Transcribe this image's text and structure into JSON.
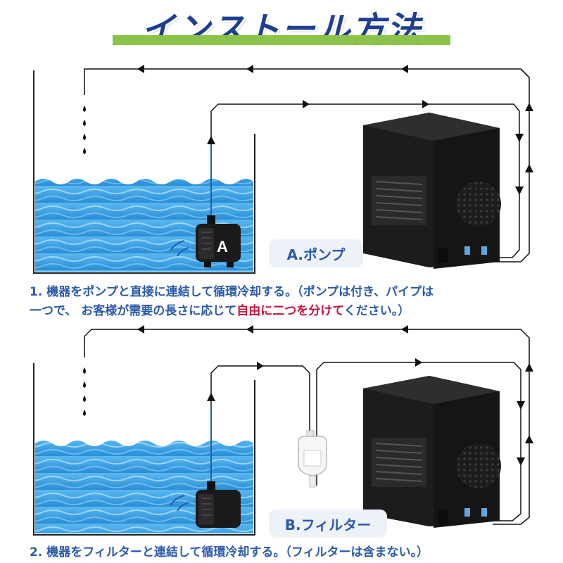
{
  "title": "インストール方法",
  "section_a": {
    "pump_label": "A",
    "caption": "A.ポンプ",
    "note_line1": "1. 機器をポンプと直接に連結して循環冷却する。（ポンプは付き、パイプは",
    "note_line2_pre": "一つで、 お客様が需要の長さに応じて",
    "note_line2_highlight": "自由に二つを分けて",
    "note_line2_post": "ください。）"
  },
  "section_b": {
    "caption": "B.フィルター",
    "note_line1": "2. 機器をフィルターと連結して循環冷却する。（フィルターは含まない。）"
  },
  "colors": {
    "title": "#1f3f8f",
    "title_underline": "#8bc34a",
    "note_text": "#2b5aa8",
    "highlight": "#c0143c",
    "water": "#3a9ee0",
    "chiller": "#1c1c1c"
  }
}
